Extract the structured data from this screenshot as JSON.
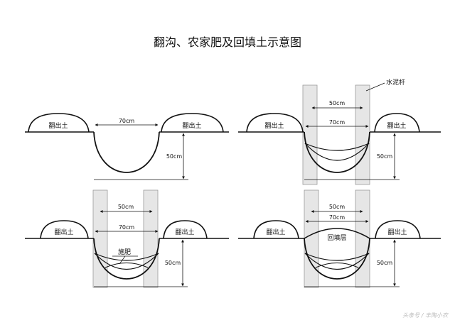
{
  "title": "翻沟、农家肥及回填土示意图",
  "labels": {
    "spoil": "翻出土",
    "pole": "水泥杆",
    "fertilizer": "施肥",
    "backfill": "回填层"
  },
  "dimensions": {
    "trench_width": "70cm",
    "pole_gap": "50cm",
    "depth": "50cm"
  },
  "watermark": "头条号 / 丰陶小农",
  "colors": {
    "line": "#111111",
    "pole_fill": "#e6e6e6",
    "pole_edge": "#9a9a9a",
    "background": "#ffffff"
  }
}
